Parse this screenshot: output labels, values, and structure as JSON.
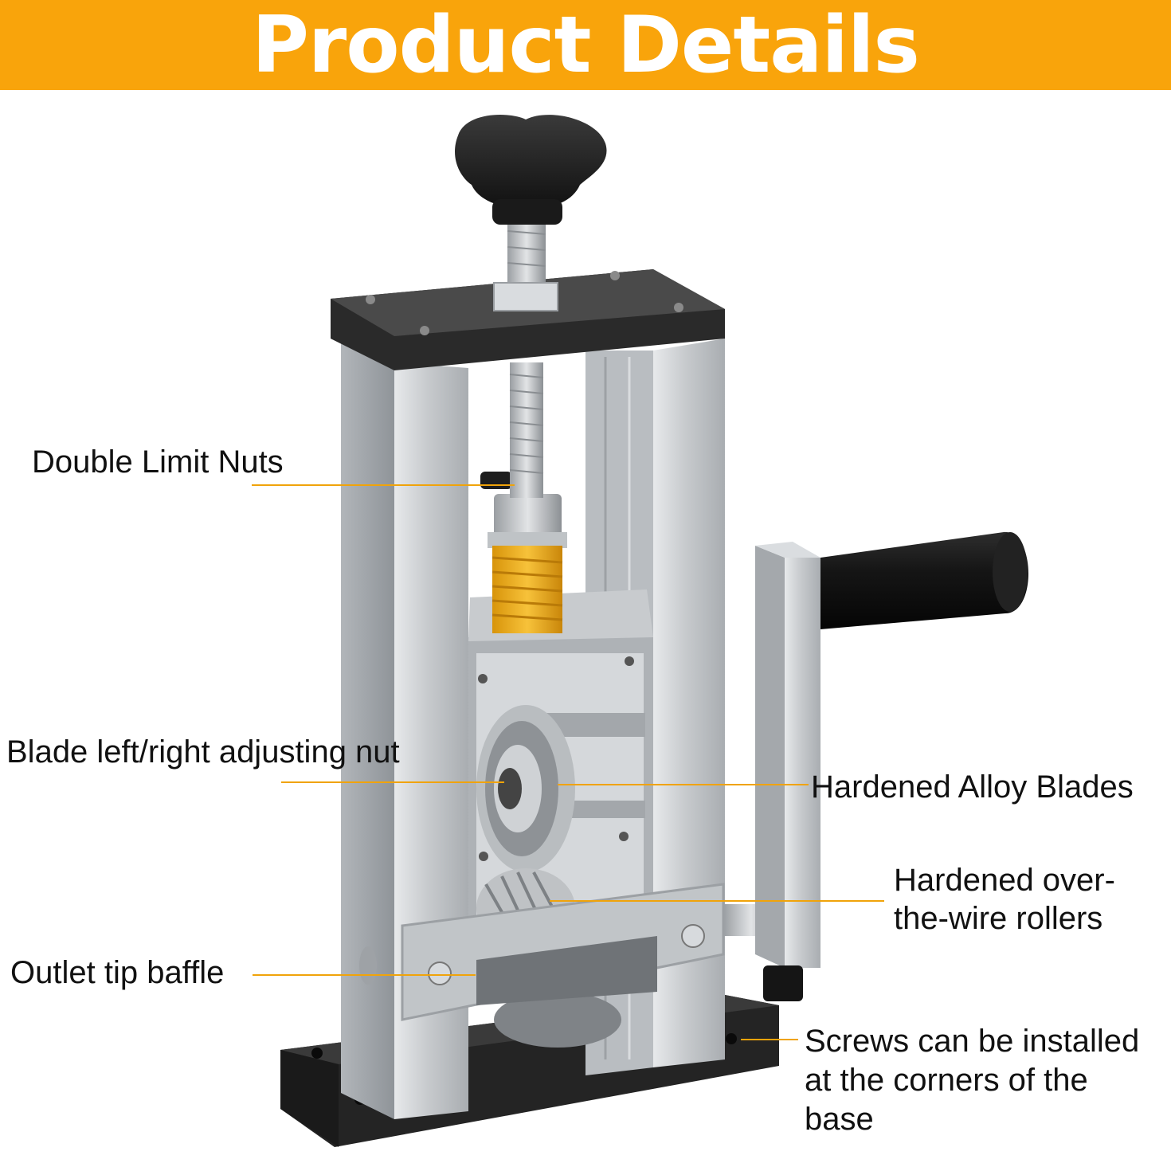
{
  "banner": {
    "title": "Product Details",
    "color": "#F9A40B"
  },
  "callouts": [
    {
      "id": "double-limit-nuts",
      "text": "Double Limit Nuts"
    },
    {
      "id": "blade-adjusting-nut",
      "text": "Blade left/right adjusting nut"
    },
    {
      "id": "hardened-alloy-blades",
      "text": "Hardened Alloy Blades"
    },
    {
      "id": "over-the-wire-rollers",
      "line1": "Hardened over-",
      "line2": "the-wire rollers"
    },
    {
      "id": "outlet-tip-baffle",
      "text": "Outlet tip baffle"
    },
    {
      "id": "base-screws",
      "line1": "Screws can be installed",
      "line2": "at the corners of the",
      "line3": "base"
    }
  ],
  "colors": {
    "leader": "#F0A30A",
    "frame": "#C9CCCF",
    "black_parts": "#1C1C1C",
    "spring": "#F2B21C"
  }
}
